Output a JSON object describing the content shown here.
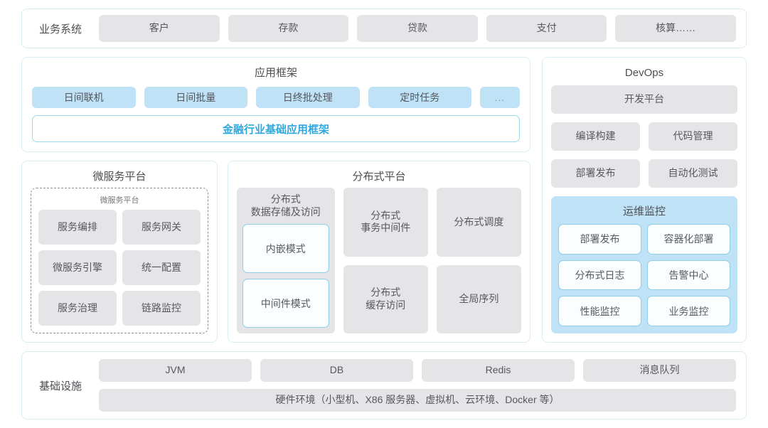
{
  "business_systems": {
    "label": "业务系统",
    "items": [
      "客户",
      "存款",
      "贷款",
      "支付",
      "核算……"
    ]
  },
  "app_framework": {
    "title": "应用框架",
    "chips": [
      "日间联机",
      "日间批量",
      "日终批处理",
      "定时任务"
    ],
    "ellipsis": "...",
    "ribbon": "金融行业基础应用框架"
  },
  "microservice_platform": {
    "title": "微服务平台",
    "inner_title": "微服务平台",
    "items": [
      "服务编排",
      "服务网关",
      "微服务引擎",
      "统一配置",
      "服务治理",
      "链路监控"
    ]
  },
  "distributed_platform": {
    "title": "分布式平台",
    "storage": {
      "title": "分布式\n数据存储及访问",
      "title_line1": "分布式",
      "title_line2": "数据存储及访问",
      "modes": [
        "内嵌模式",
        "中间件模式"
      ]
    },
    "cells": [
      {
        "line1": "分布式",
        "line2": "事务中间件"
      },
      {
        "line1": "分布式调度",
        "line2": ""
      },
      {
        "line1": "分布式",
        "line2": "缓存访问"
      },
      {
        "line1": "全局序列",
        "line2": ""
      }
    ]
  },
  "devops": {
    "title": "DevOps",
    "platform": "开发平台",
    "row1": [
      "编译构建",
      "代码管理"
    ],
    "row2": [
      "部署发布",
      "自动化测试"
    ],
    "ops": {
      "title": "运维监控",
      "items": [
        "部署发布",
        "容器化部署",
        "分布式日志",
        "告警中心",
        "性能监控",
        "业务监控"
      ]
    }
  },
  "infrastructure": {
    "label": "基础设施",
    "items": [
      "JVM",
      "DB",
      "Redis",
      "消息队列"
    ],
    "hardware": "硬件环境（小型机、X86 服务器、虚拟机、云环境、Docker 等）"
  },
  "colors": {
    "panel_border": "#d8eef3",
    "chip_gray": "#e5e5e7",
    "chip_blue": "#bfe2f7",
    "accent_cyan": "#2fa8dd",
    "outline_blue": "#8fcde9",
    "text": "#58585d"
  }
}
